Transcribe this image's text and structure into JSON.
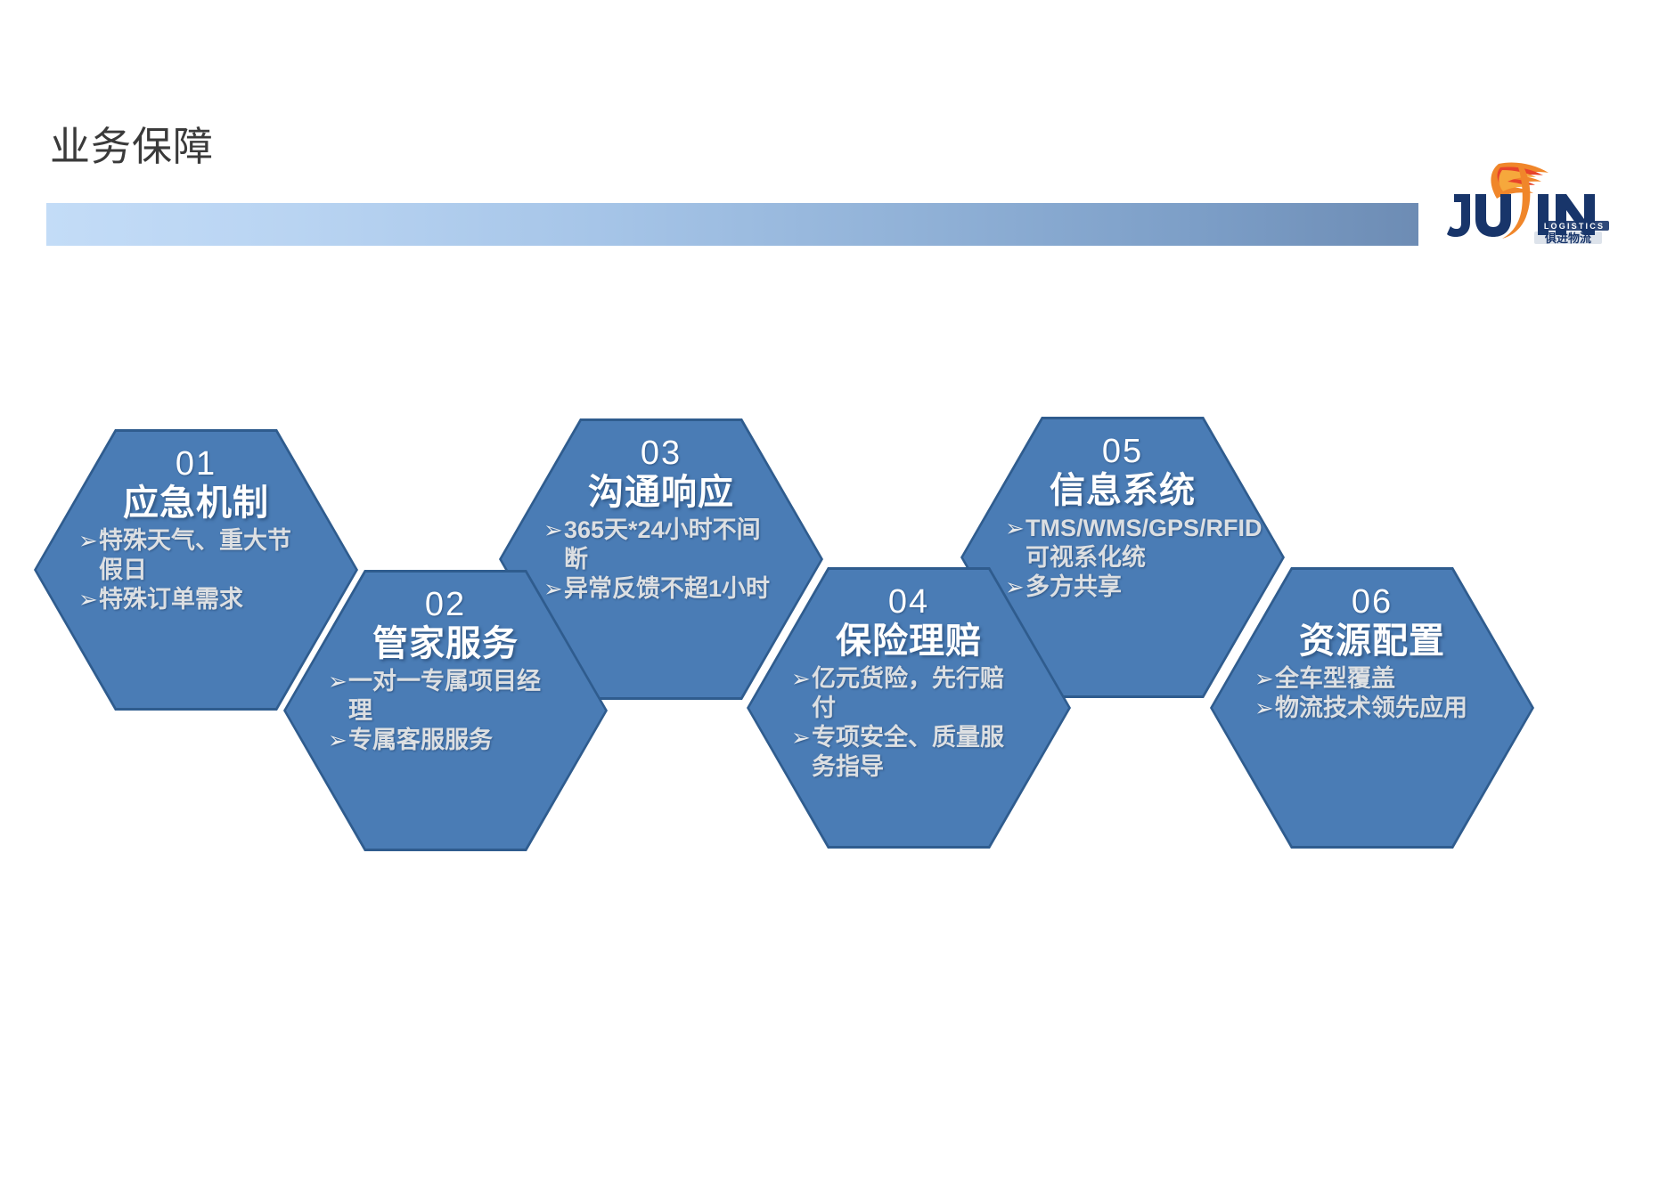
{
  "slide": {
    "title": "业务保障",
    "accent_color": "#4a7cb5",
    "accent_border_color": "#2f5c8e",
    "bar_gradient_start": "#c3dcf7",
    "bar_gradient_end": "#6d8cb4",
    "title_color": "#3a3a3a",
    "bullet_text_color": "#dcdfe2",
    "heading_text_color": "#ffffff",
    "background_color": "#ffffff"
  },
  "logo": {
    "name": "jujin-logistics-logo",
    "wordmark": "JUJIN",
    "tagline": "LOGISTICS",
    "chinese_name": "俱进物流",
    "swoosh_color_orange": "#f08020",
    "swoosh_color_red": "#e8402a",
    "wordmark_color": "#1b3a6b"
  },
  "hexagons": [
    {
      "number": "01",
      "heading": "应急机制",
      "bullets": [
        "特殊天气、重大节假日",
        "特殊订单需求"
      ],
      "bullet_marker": "➢"
    },
    {
      "number": "02",
      "heading": "管家服务",
      "bullets": [
        "一对一专属项目经理",
        "专属客服服务"
      ],
      "bullet_marker": "➢"
    },
    {
      "number": "03",
      "heading": "沟通响应",
      "bullets": [
        "365天*24小时不间断",
        "异常反馈不超1小时"
      ],
      "bullet_marker": "➢"
    },
    {
      "number": "04",
      "heading": "保险理赔",
      "bullets": [
        "亿元货险，先行赔付",
        "专项安全、质量服务指导"
      ],
      "bullet_marker": "➢"
    },
    {
      "number": "05",
      "heading": "信息系统",
      "bullets": [
        "TMS/WMS/GPS/RFID可视系化统",
        "多方共享"
      ],
      "bullet_marker": "➢"
    },
    {
      "number": "06",
      "heading": "资源配置",
      "bullets": [
        "全车型覆盖",
        "物流技术领先应用"
      ],
      "bullet_marker": "➢"
    }
  ]
}
